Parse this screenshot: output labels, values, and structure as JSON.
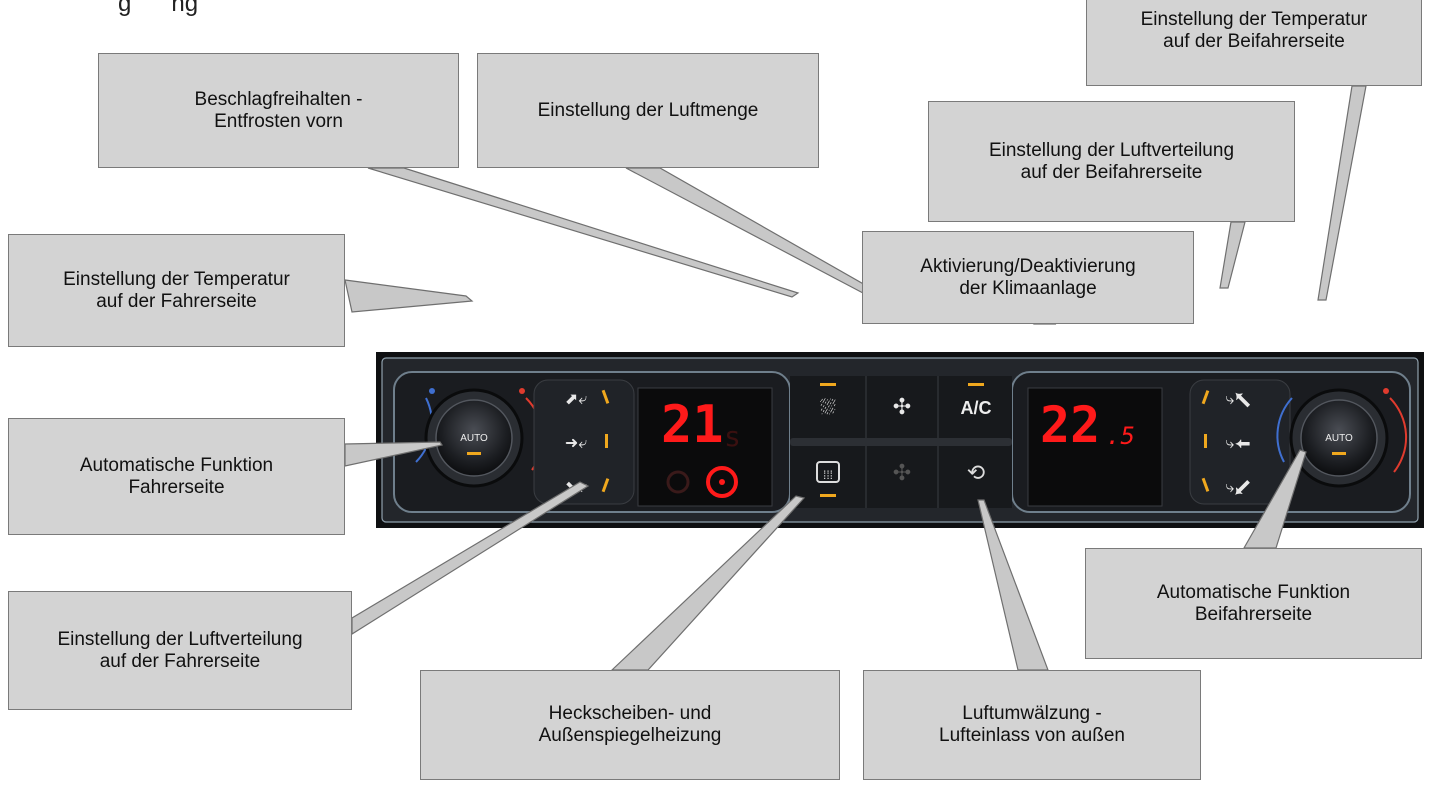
{
  "header_cut": "g      ng",
  "callouts": {
    "defrost_front": {
      "l1": "Beschlagfreihalten -",
      "l2": "Entfrosten vorn"
    },
    "air_volume": {
      "l1": "Einstellung der Luftmenge",
      "l2": ""
    },
    "temp_passenger": {
      "l1": "Einstellung der Temperatur",
      "l2": "auf der Beifahrerseite"
    },
    "air_dist_passenger": {
      "l1": "Einstellung der Luftverteilung",
      "l2": "auf der Beifahrerseite"
    },
    "ac_toggle": {
      "l1": "Aktivierung/Deaktivierung",
      "l2": "der Klimaanlage"
    },
    "temp_driver": {
      "l1": "Einstellung der Temperatur",
      "l2": "auf der Fahrerseite"
    },
    "auto_driver": {
      "l1": "Automatische Funktion",
      "l2": "Fahrerseite"
    },
    "air_dist_driver": {
      "l1": "Einstellung der Luftverteilung",
      "l2": "auf der Fahrerseite"
    },
    "rear_heating": {
      "l1": "Heckscheiben- und",
      "l2": "Außenspiegelheizung"
    },
    "recirculation": {
      "l1": "Luftumwälzung -",
      "l2": "Lufteinlass von außen"
    },
    "auto_passenger": {
      "l1": "Automatische Funktion",
      "l2": "Beifahrerseite"
    }
  },
  "panel": {
    "auto_label_left": "AUTO",
    "auto_label_right": "AUTO",
    "display_left": {
      "value": "21",
      "decimal": "s"
    },
    "display_right": {
      "value": "22",
      "decimal": ".5"
    },
    "ac_label": "A/C",
    "colors": {
      "panel": "#1f2227",
      "display_red": "#ff1a1a",
      "indicator": "#f0a81e"
    }
  }
}
